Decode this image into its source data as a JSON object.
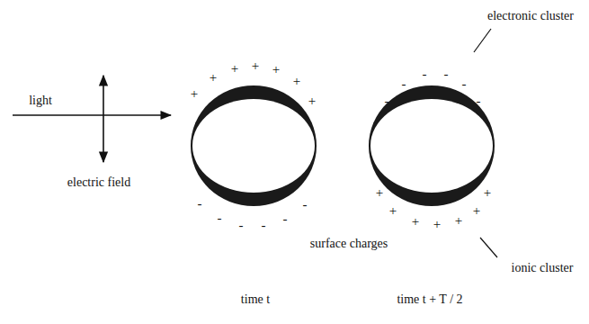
{
  "diagram": {
    "labels": [
      "electronic cluster",
      "light",
      "+",
      "+",
      "+",
      "+",
      "+",
      "+",
      "+",
      "-",
      "-",
      "-",
      "-",
      "-",
      "-",
      "electric field",
      "-",
      "-",
      "-",
      "-",
      "-",
      "-",
      "+",
      "+",
      "+",
      "+",
      "+",
      "+",
      "+",
      "surface charges",
      "ionic cluster",
      "time t",
      "time t + T / 2"
    ]
  }
}
